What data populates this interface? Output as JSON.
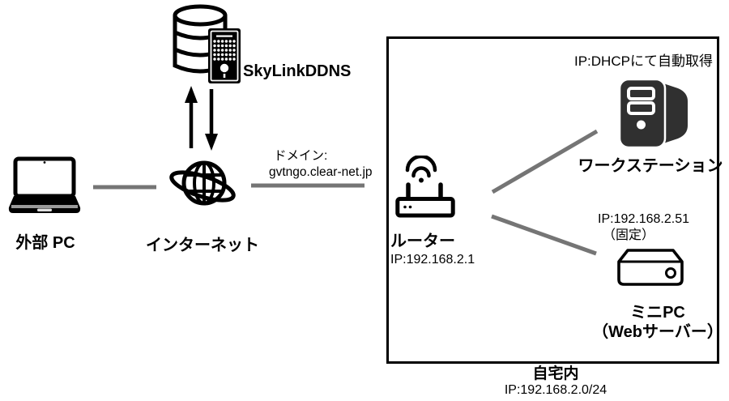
{
  "title": "home-network-ddns-diagram",
  "colors": {
    "connector_gray": "#757575",
    "icon_black": "#000000",
    "workstation_fill": "#303030",
    "box_border": "#000000",
    "background": "#ffffff"
  },
  "icons": {
    "external_pc": "laptop-icon",
    "internet": "globe-orbit-icon",
    "skylink_ddns": "database-server-icon",
    "router": "wifi-router-icon",
    "workstation": "tower-pc-icon",
    "mini_pc": "mini-pc-box-icon",
    "ddns_sync_up": "arrow-up-icon",
    "ddns_sync_down": "arrow-down-icon"
  },
  "nodes": {
    "external_pc": {
      "label": "外部 PC"
    },
    "internet": {
      "label": "インターネット"
    },
    "skylink_ddns": {
      "label": "SkyLinkDDNS"
    },
    "domain": {
      "line1": "ドメイン:",
      "line2": "gvtngo.clear-net.jp"
    },
    "router": {
      "label": "ルーター",
      "ip": "IP:192.168.2.1"
    },
    "workstation": {
      "ip_note": "IP:DHCPにて自動取得",
      "label": "ワークステーション"
    },
    "mini_pc": {
      "ip": "IP:192.168.2.51",
      "fixed_note": "（固定）",
      "name": "ミニPC",
      "role": "（Webサーバー）"
    },
    "home_network": {
      "label": "自宅内",
      "cidr": "IP:192.168.2.0/24"
    }
  }
}
